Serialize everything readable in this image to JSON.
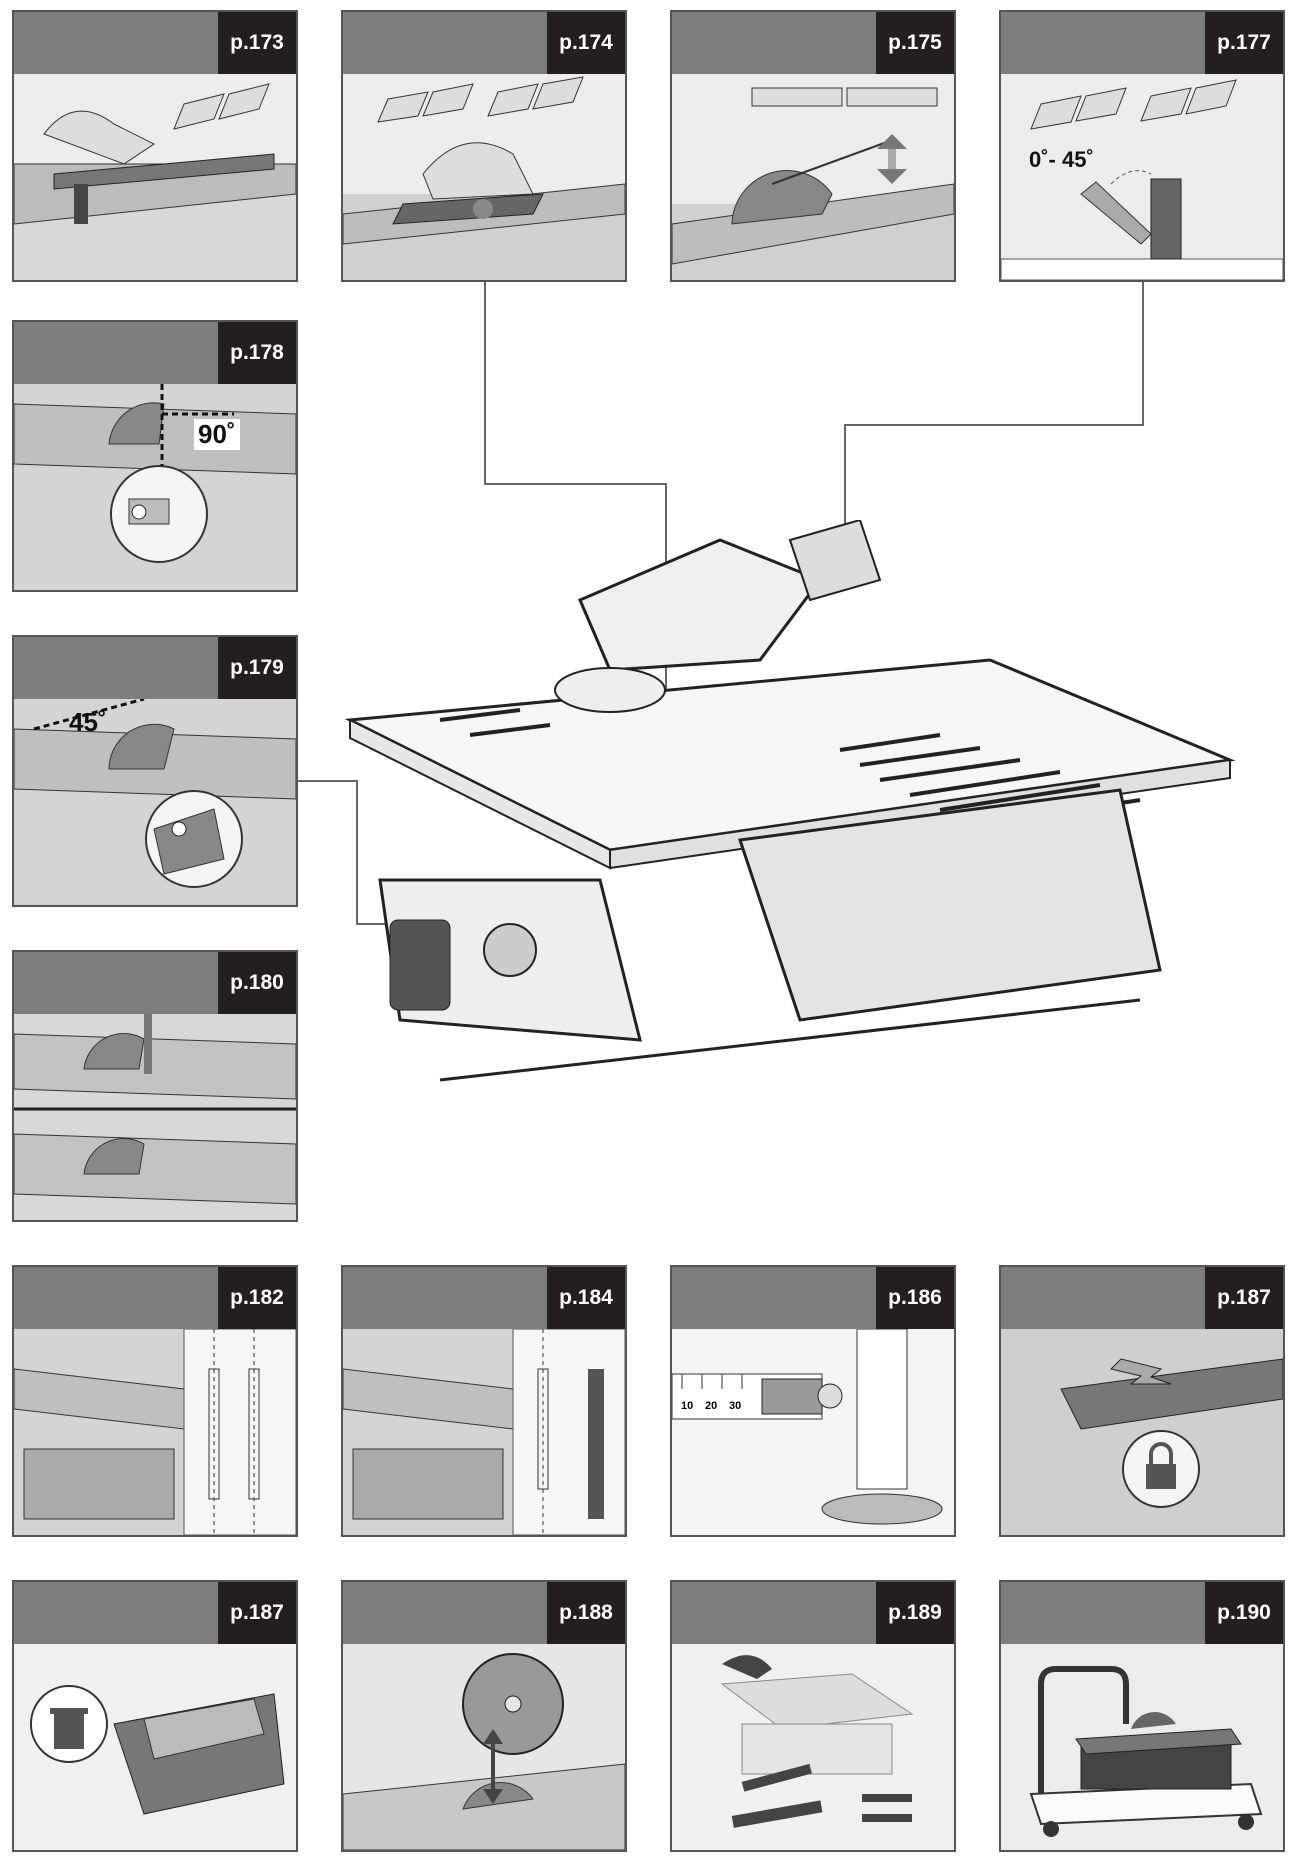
{
  "panels": [
    {
      "page": "p.173"
    },
    {
      "page": "p.174"
    },
    {
      "page": "p.175"
    },
    {
      "page": "p.177",
      "angle": "0˚- 45˚"
    },
    {
      "page": "p.178",
      "angle": "90˚"
    },
    {
      "page": "p.179",
      "angle": "45˚"
    },
    {
      "page": "p.180"
    },
    {
      "page": "p.182"
    },
    {
      "page": "p.184"
    },
    {
      "page": "p.186",
      "scale": [
        "10",
        "20",
        "30"
      ]
    },
    {
      "page": "p.187"
    },
    {
      "page": "p.187"
    },
    {
      "page": "p.188"
    },
    {
      "page": "p.189"
    },
    {
      "page": "p.190"
    }
  ],
  "colors": {
    "header": "#7d7d7d",
    "tag": "#231f20",
    "panel_bg": "#ececec",
    "line": "#555555"
  }
}
